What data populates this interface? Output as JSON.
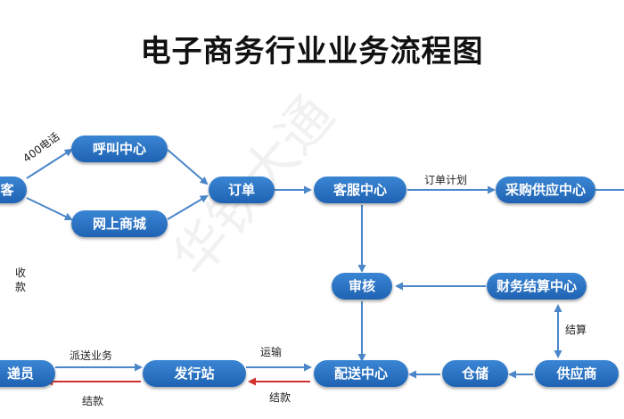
{
  "title": "电子商务行业业务流程图",
  "watermark": "华铁大通",
  "nodes": {
    "customer": "客",
    "call_center": "呼叫中心",
    "online_mall": "网上商城",
    "order": "订单",
    "service_center": "客服中心",
    "purchase_center": "采购供应中心",
    "review": "审核",
    "finance_center": "财务结算中心",
    "courier": "递员",
    "dispatch_station": "发行站",
    "delivery_center": "配送中心",
    "warehouse": "仓储",
    "supplier": "供应商"
  },
  "edge_labels": {
    "phone_400": "400电话",
    "order_plan": "订单计划",
    "collect_payment": "收款",
    "settlement": "结算",
    "dispatch_business": "派送业务",
    "transport": "运输",
    "pay_bottom_left": "结款",
    "pay_bottom_right": "结款"
  }
}
